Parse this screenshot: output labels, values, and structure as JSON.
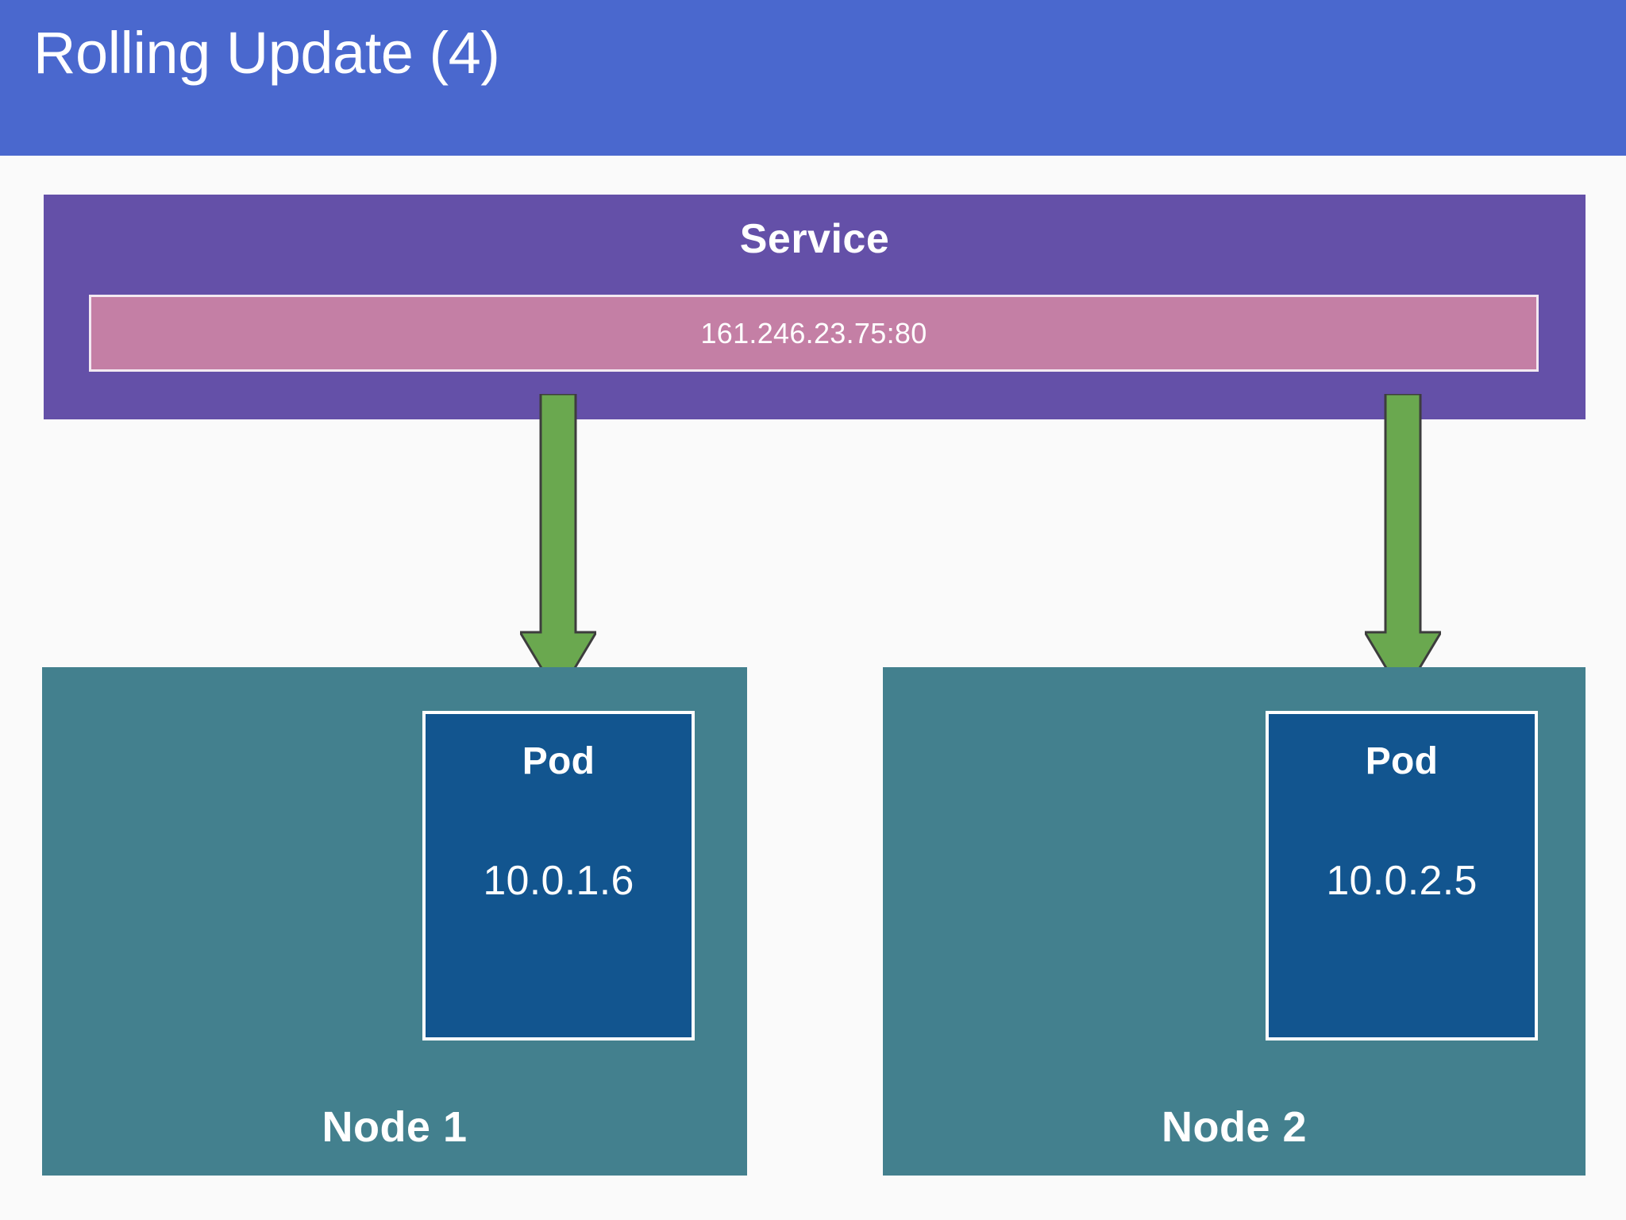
{
  "slide": {
    "title": "Rolling Update (4)",
    "title_bar_color": "#4a68ce",
    "background_color": "#fafafa"
  },
  "service": {
    "label": "Service",
    "endpoint": "161.246.23.75:80",
    "box_color": "#6450a8",
    "endpoint_bar_color": "#c47fa5"
  },
  "arrows": [
    {
      "name": "service-to-pod-1",
      "color": "#6aa84f",
      "outline_color": "#3d3d3d",
      "direction": "down"
    },
    {
      "name": "service-to-pod-2",
      "color": "#6aa84f",
      "outline_color": "#3d3d3d",
      "direction": "down"
    }
  ],
  "nodes": [
    {
      "label": "Node 1",
      "box_color": "#43808e",
      "pod": {
        "title": "Pod",
        "ip": "10.0.1.6",
        "box_color": "#12558f",
        "border_color": "#ffffff"
      }
    },
    {
      "label": "Node 2",
      "box_color": "#43808e",
      "pod": {
        "title": "Pod",
        "ip": "10.0.2.5",
        "box_color": "#12558f",
        "border_color": "#ffffff"
      }
    }
  ]
}
